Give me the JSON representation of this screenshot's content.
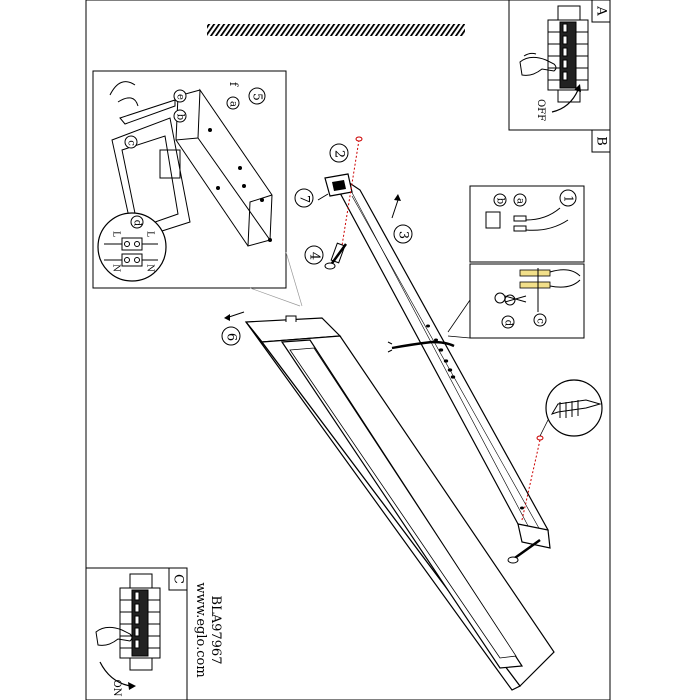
{
  "panels": {
    "a": {
      "letter": "A",
      "label": "OFF"
    },
    "b": {
      "letter": "B"
    },
    "c": {
      "letter": "C",
      "label": "ON"
    }
  },
  "steps": {
    "s1": "1",
    "s2": "2",
    "s3": "3",
    "s4": "4",
    "s5": "5",
    "s6": "6",
    "s7": "7"
  },
  "part_labels": {
    "a": "a",
    "b": "b",
    "c": "c",
    "d": "d",
    "e": "e",
    "f": "f"
  },
  "terminal_labels": {
    "L": "L",
    "N": "N"
  },
  "footer": {
    "model": "BLA97967",
    "website": "www.eglo.com"
  }
}
